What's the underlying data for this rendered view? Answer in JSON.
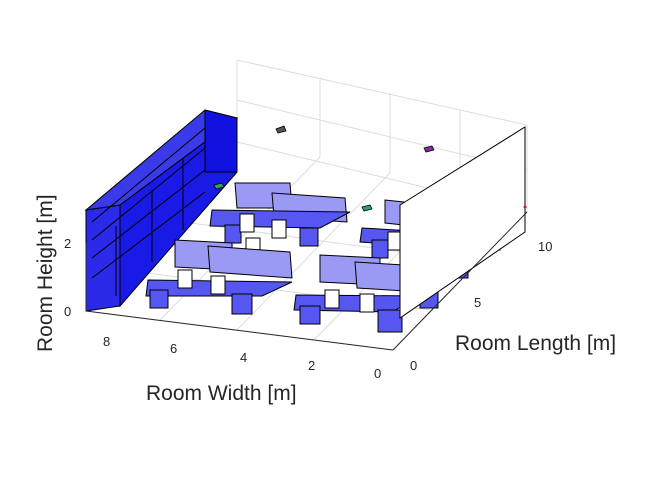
{
  "figure": {
    "view": "3d",
    "grid": true,
    "axes": {
      "x": {
        "label": "Room Width [m]",
        "ticks": [
          "8",
          "6",
          "4",
          "2",
          "0"
        ]
      },
      "y": {
        "label": "Room Length [m]",
        "ticks": [
          "0",
          "5",
          "10"
        ]
      },
      "z": {
        "label": "Room Height [m]",
        "ticks": [
          "0",
          "2"
        ]
      }
    },
    "colors": {
      "furniture": "#5656f0",
      "furniture_dark": "#1515e6",
      "panel": "#9a9af5",
      "chair": "#ffffff",
      "partition": "#ffffff",
      "grid": "#dddddd",
      "marker_green": "#2aa36a",
      "marker_purple": "#8a2aa3",
      "marker_red": "#cc2222"
    },
    "objects": [
      "shelf-wall",
      "desk-cluster-back-left",
      "desk-cluster-back-right",
      "desk-cluster-front-left",
      "desk-cluster-front-right",
      "partition-wall",
      "ceiling-markers"
    ]
  }
}
